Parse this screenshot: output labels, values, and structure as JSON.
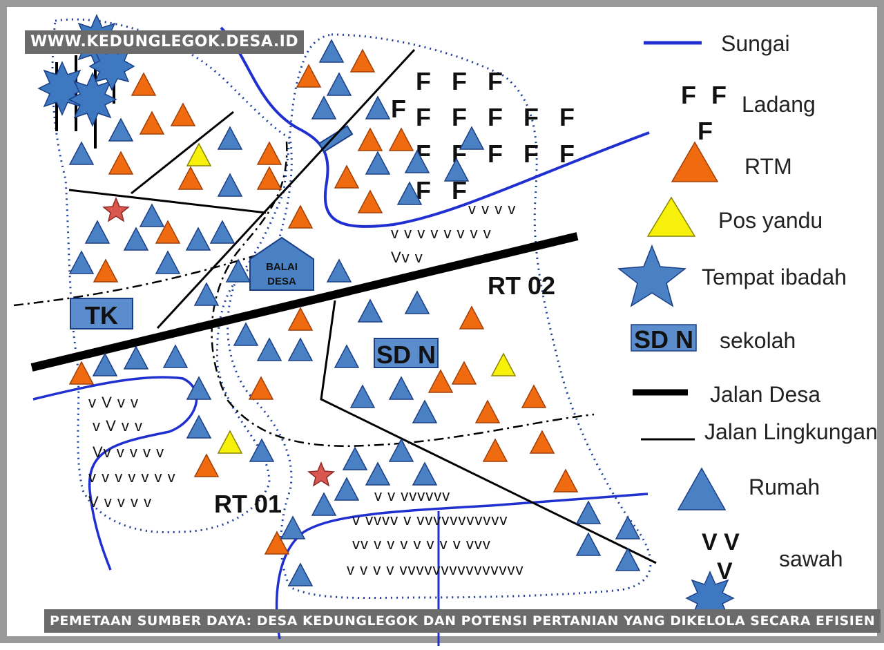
{
  "site_banner": "WWW.KEDUNGLEGOK.DESA.ID",
  "caption": "PEMETAAN SUMBER DAYA: DESA KEDUNGLEGOK DAN POTENSI PERTANIAN YANG DIKELOLA SECARA EFISIEN",
  "colors": {
    "river": "#1f2fd0",
    "rtm": "#f06a10",
    "posyandu": "#f7f00a",
    "rumah": "#4a80c4",
    "ibadah": "#d9574f",
    "school": "#5b8ccc",
    "road": "#000000"
  },
  "map": {
    "labels": {
      "rt01": "RT 01",
      "rt02": "RT 02",
      "tk": "TK",
      "sdn": "SD N",
      "balai_line1": "BALAI",
      "balai_line2": "DESA"
    },
    "ladang_rows": [
      "F F F",
      "F F F F F",
      "F F F F F",
      "F F"
    ],
    "sawah_rows": {
      "top": [
        "v v v v",
        "v v v v v v v v",
        "Vv  v"
      ],
      "left": [
        "v V v v",
        "v V v v",
        "Vv  v v v v",
        "v v v v v v v",
        "V v v v v"
      ],
      "bottom": [
        "v v vvvvvv",
        "v vvvv v vvvvvvvvvvv",
        "vv  v v v v v v v vvv",
        "v v v v vvvvvvvvvvvvvvv"
      ]
    }
  },
  "legend": [
    {
      "key": "sungai",
      "label": "Sungai"
    },
    {
      "key": "ladang",
      "label": "Ladang",
      "symbol": [
        "F F",
        "F"
      ]
    },
    {
      "key": "rtm",
      "label": "RTM"
    },
    {
      "key": "posyandu",
      "label": "Pos yandu"
    },
    {
      "key": "ibadah",
      "label": "Tempat ibadah"
    },
    {
      "key": "sekolah",
      "label": "sekolah",
      "symbol": "SD N"
    },
    {
      "key": "jalan_desa",
      "label": "Jalan Desa"
    },
    {
      "key": "jalan_lingkungan",
      "label": "Jalan  Lingkungan"
    },
    {
      "key": "rumah",
      "label": "Rumah"
    },
    {
      "key": "sawah",
      "label": "sawah",
      "symbol": [
        "V V",
        "V"
      ]
    }
  ]
}
